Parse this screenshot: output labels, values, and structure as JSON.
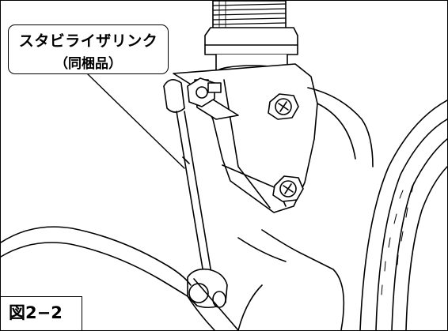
{
  "callout": {
    "title": "スタビライザリンク",
    "subtitle": "（同梱品）"
  },
  "figure_label": "図2−2"
}
